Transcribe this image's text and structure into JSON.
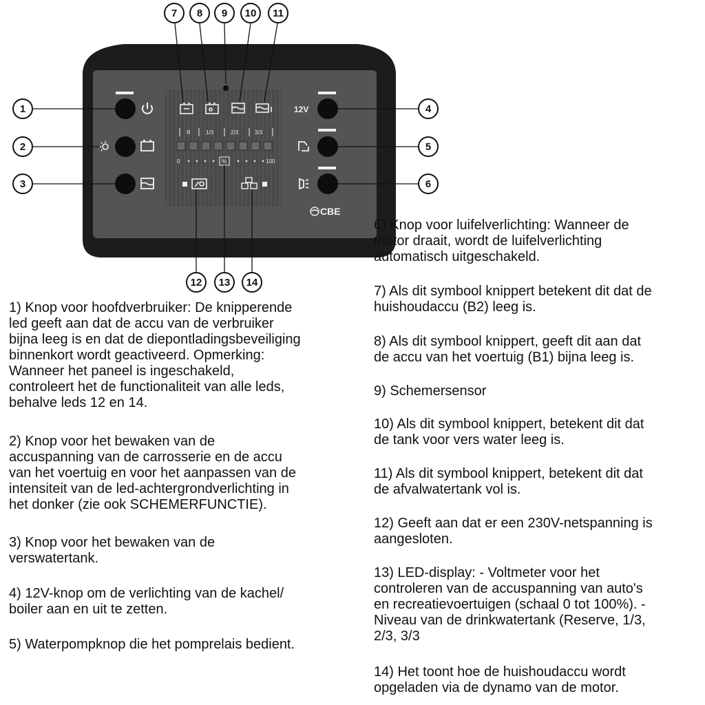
{
  "panel": {
    "brand": "CBE",
    "button_label_12v": "12V",
    "level_labels": [
      "R",
      "1/3",
      "2/3",
      "3/3"
    ],
    "scale_min": "0",
    "scale_max": "100",
    "percent_label": "%",
    "callouts": [
      "1",
      "2",
      "3",
      "4",
      "5",
      "6",
      "7",
      "8",
      "9",
      "10",
      "11",
      "12",
      "13",
      "14"
    ]
  },
  "legend": {
    "left": [
      "1) Knop voor hoofdverbruiker: De knipperende\nled geeft aan dat de accu van de verbruiker\nbijna leeg is en dat de diepontladingsbeveiliging\nbinnenkort wordt geactiveerd. Opmerking:\nWanneer het paneel is ingeschakeld,\ncontroleert het de functionaliteit van alle leds,\nbehalve leds 12 en 14.",
      "2) Knop voor het bewaken van de\naccuspanning van de carrosserie en de accu\nvan het voertuig en voor het aanpassen van de\nintensiteit van de led-achtergrondverlichting in\nhet donker (zie ook SCHEMERFUNCTIE).",
      "3) Knop voor het bewaken van de\nverswatertank.",
      "4) 12V-knop om de verlichting van de kachel/\nboiler aan en uit te zetten.",
      "5) Waterpompknop die het pomprelais bedient."
    ],
    "right": [
      "6) Knop voor luifelverlichting: Wanneer de\nmotor draait, wordt de luifelverlichting\nautomatisch uitgeschakeld.",
      "7) Als dit symbool knippert betekent dit dat de\nhuishoudaccu (B2) leeg is.",
      "8) Als dit symbool knippert, geeft dit aan dat\nde accu van het voertuig (B1) bijna leeg is.",
      "9) Schemersensor",
      "10) Als dit symbool knippert, betekent dit dat\nde tank voor vers water leeg is.",
      "11) Als dit symbool knippert, betekent dit dat\nde afvalwatertank vol is.",
      "12) Geeft aan dat er een 230V-netspanning is\naangesloten.",
      "13) LED-display: - Voltmeter voor het\ncontroleren van de accuspanning van auto's\nen recreatievoertuigen (schaal 0 tot 100%). -\nNiveau van de drinkwatertank (Reserve, 1/3,\n2/3, 3/3",
      "14) Het toont hoe de huishoudaccu wordt\nopgeladen via de dynamo van de motor."
    ]
  }
}
